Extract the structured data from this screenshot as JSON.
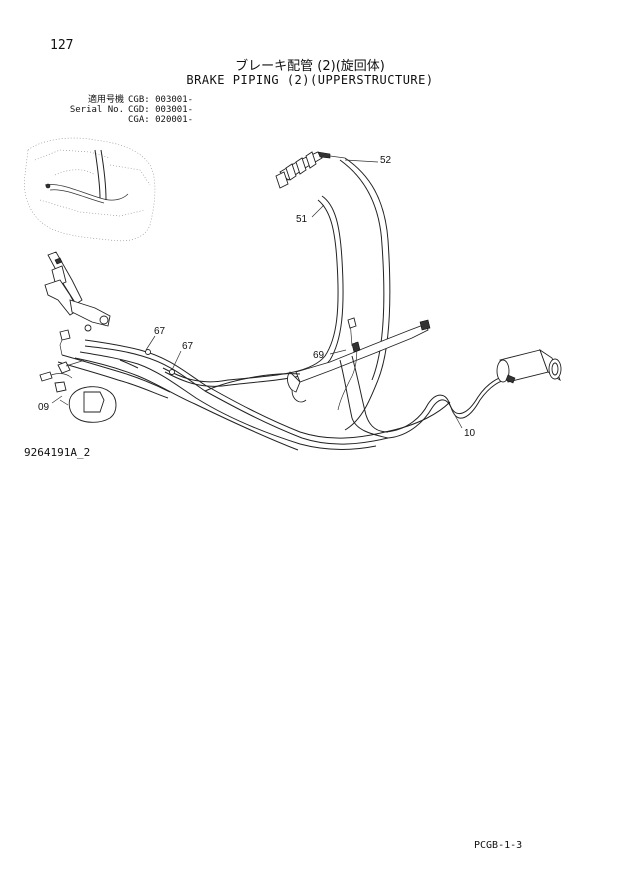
{
  "header": {
    "page_number": "127",
    "title_ja": "ブレーキ配管 (2)(旋回体)",
    "title_en": "BRAKE PIPING (2)(UPPERSTRUCTURE)"
  },
  "serial": {
    "label_ja": "適用号機",
    "label_en": "Serial No.",
    "rows": [
      {
        "model": "CGB:",
        "number": "003001-"
      },
      {
        "model": "CGD:",
        "number": "003001-"
      },
      {
        "model": "CGA:",
        "number": "020001-"
      }
    ]
  },
  "callouts": {
    "c52": "52",
    "c51": "51",
    "c67a": "67",
    "c67b": "67",
    "c69": "69",
    "c09": "09",
    "c10": "10"
  },
  "footer": {
    "drawing_number": "9264191A_2",
    "page_code": "PCGB-1-3"
  }
}
